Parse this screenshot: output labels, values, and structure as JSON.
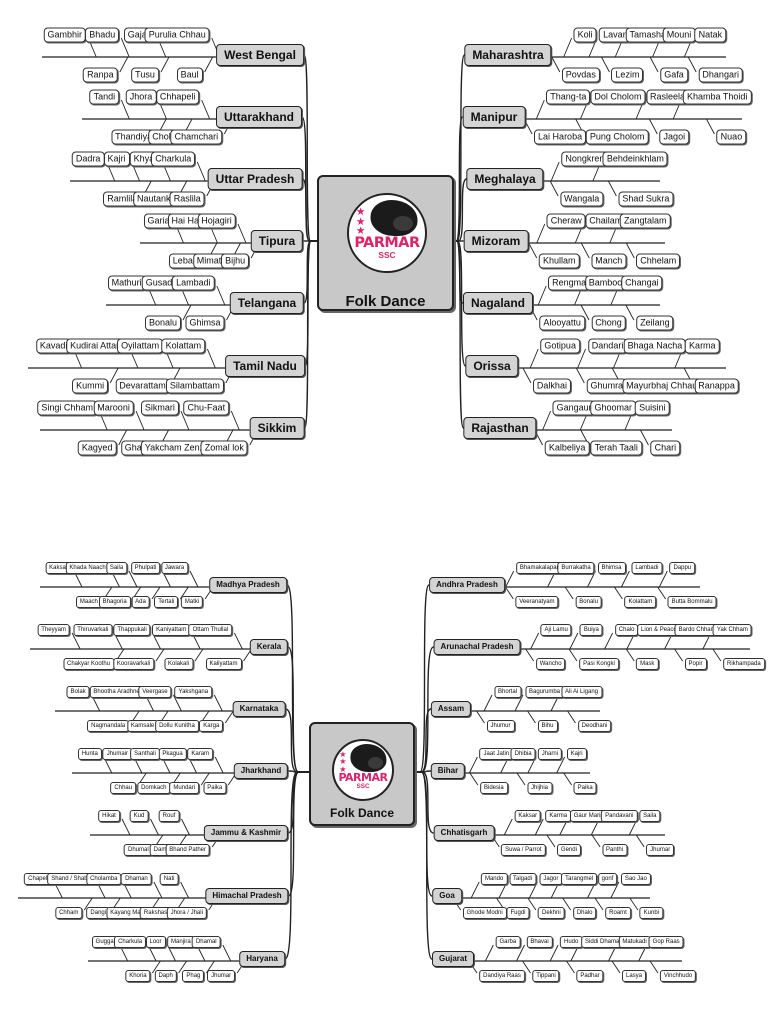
{
  "panels": [
    {
      "id": "top",
      "center": {
        "title": "Folk Dance",
        "logo_text": "PARMAR",
        "logo_sub": "SSC"
      },
      "left": [
        {
          "state": "West Bengal",
          "top": [
            "Gambhir",
            "Bhadu",
            "Gajan",
            "Purulia Chhau"
          ],
          "bottom": [
            "Ranpa",
            "Tusu",
            "Baul"
          ]
        },
        {
          "state": "Uttarakhand",
          "top": [
            "Tandi",
            "Jhora",
            "Chhapeli"
          ],
          "bottom": [
            "Thandiya",
            "Cholia",
            "Chamchari"
          ]
        },
        {
          "state": "Uttar Pradesh",
          "top": [
            "Dadra",
            "Kajri",
            "Khyal",
            "Charkula"
          ],
          "bottom": [
            "Ramlila",
            "Nautanki",
            "Raslila"
          ]
        },
        {
          "state": "Tipura",
          "top": [
            "Garia",
            "Hai Hak",
            "Hojagiri"
          ],
          "bottom": [
            "Lebang",
            "Mimata",
            "Bijhu"
          ]
        },
        {
          "state": "Telangana",
          "top": [
            "Mathuri",
            "Gusadi",
            "Lambadi"
          ],
          "bottom": [
            "Bonalu",
            "Ghimsa"
          ]
        },
        {
          "state": "Tamil Nadu",
          "top": [
            "Kavadi",
            "Kudirai Attam",
            "Oyilattam",
            "Kolattam"
          ],
          "bottom": [
            "Kummi",
            "Devarattam",
            "Silambattam"
          ]
        },
        {
          "state": "Sikkim",
          "top": [
            "Singi Chham",
            "Marooni",
            "Sikmari",
            "Chu-Faat"
          ],
          "bottom": [
            "Kagyed",
            "Ghantu",
            "Yakcham Zenzong",
            "Zomal lok"
          ]
        }
      ],
      "right": [
        {
          "state": "Maharashtra",
          "top": [
            "Koli",
            "Lavani",
            "Tamasha",
            "Mouni",
            "Natak"
          ],
          "bottom": [
            "Povdas",
            "Lezim",
            "Gafa",
            "Dhangari"
          ]
        },
        {
          "state": "Manipur",
          "top": [
            "Thang-ta",
            "Dol Cholom",
            "Rasleela",
            "Khamba Thoidi"
          ],
          "bottom": [
            "Lai Haroba",
            "Pung Cholom",
            "Jagoi",
            "Nuao"
          ]
        },
        {
          "state": "Meghalaya",
          "top": [
            "Nongkrem",
            "Behdeinkhlam"
          ],
          "bottom": [
            "Wangala",
            "Shad Sukra"
          ]
        },
        {
          "state": "Mizoram",
          "top": [
            "Cheraw",
            "Chailam",
            "Zangtalam"
          ],
          "bottom": [
            "Khullam",
            "Manch",
            "Chhelam"
          ]
        },
        {
          "state": "Nagaland",
          "top": [
            "Rengma",
            "Bamboo",
            "Changai"
          ],
          "bottom": [
            "Alooyattu",
            "Chong",
            "Zeilang"
          ]
        },
        {
          "state": "Orissa",
          "top": [
            "Gotipua",
            "Dandari",
            "Bhaga Nacha",
            "Karma"
          ],
          "bottom": [
            "Dalkhai",
            "Ghumra",
            "Mayurbhaj Chhau",
            "Ranappa"
          ]
        },
        {
          "state": "Rajasthan",
          "top": [
            "Gangaur",
            "Ghoomar",
            "Suisini"
          ],
          "bottom": [
            "Kalbeliya",
            "Terah Taali",
            "Chari"
          ]
        }
      ]
    },
    {
      "id": "bottom",
      "center": {
        "title": "Folk Dance",
        "logo_text": "PARMAR",
        "logo_sub": "SSC"
      },
      "left": [
        {
          "state": "Madhya Pradesh",
          "top": [
            "Kaksar",
            "Khada Naach",
            "Saila",
            "Phulpati",
            "Jawara"
          ],
          "bottom": [
            "Maach",
            "Bhagoria",
            "Ada",
            "Tertali",
            "Matki"
          ]
        },
        {
          "state": "Kerala",
          "top": [
            "Theyyam",
            "Thiruvarkali",
            "Thappukali",
            "Kaniyattam",
            "Ottam Thullal"
          ],
          "bottom": [
            "Chakyar Koothu",
            "Kooravarkali",
            "Kolakali",
            "Kaliyattam"
          ]
        },
        {
          "state": "Karnataka",
          "top": [
            "Bolak",
            "Bhootha Aradhne",
            "Veergase",
            "Yakshgana"
          ],
          "bottom": [
            "Nagmandala",
            "Kamsale",
            "Dollu Kunitha",
            "Karga"
          ]
        },
        {
          "state": "Jharkhand",
          "top": [
            "Hunta",
            "Jhumair",
            "Santhali",
            "Pkagua",
            "Karam"
          ],
          "bottom": [
            "Chhau",
            "Domkach",
            "Mundari",
            "Paika"
          ]
        },
        {
          "state": "Jammu & Kashmir",
          "top": [
            "Hikat",
            "Kud",
            "Rouf"
          ],
          "bottom": [
            "Dhumal",
            "Damali",
            "Bhand Pather"
          ]
        },
        {
          "state": "Himachal Pradesh",
          "top": [
            "Chapeli",
            "Shand / Shabu",
            "Cholamba",
            "Dhaman",
            "Nati"
          ],
          "bottom": [
            "Chham",
            "Dangi",
            "Kayang Mala",
            "Rakshasa",
            "Jhora / Jhali"
          ]
        },
        {
          "state": "Haryana",
          "top": [
            "Gugga",
            "Charkula",
            "Loor",
            "Manjira",
            "Dhamal"
          ],
          "bottom": [
            "Khoria",
            "Daph",
            "Phag",
            "Jhumar"
          ]
        }
      ],
      "right": [
        {
          "state": "Andhra Pradesh",
          "top": [
            "Bhamakalapam",
            "Burrakatha",
            "Bhimsa",
            "Lambadi",
            "Dappu"
          ],
          "bottom": [
            "Veeranatyam",
            "Bonalu",
            "Kolattam",
            "Butta Bommalu"
          ]
        },
        {
          "state": "Arunachal Pradesh",
          "top": [
            "Aji Lamu",
            "Buiya",
            "Chalo",
            "Lion & Peacock",
            "Bardo Chham",
            "Yak Chham"
          ],
          "bottom": [
            "Wancho",
            "Pasi Kongki",
            "Mask",
            "Popir",
            "Rikhampada"
          ]
        },
        {
          "state": "Assam",
          "top": [
            "Bhortal",
            "Bagurumba",
            "Ali Ai Ligang"
          ],
          "bottom": [
            "Jhumur",
            "Bihu",
            "Deodhani"
          ]
        },
        {
          "state": "Bihar",
          "top": [
            "Jaat Jatin",
            "Dhibia",
            "Jharni",
            "Kajri"
          ],
          "bottom": [
            "Bidesia",
            "Jhijhia",
            "Paika"
          ]
        },
        {
          "state": "Chhatisgarh",
          "top": [
            "Kaksar",
            "Karma",
            "Gaur Maria",
            "Pandavani",
            "Saila"
          ],
          "bottom": [
            "Suwa / Parrot",
            "Gendi",
            "Panthi",
            "Jhumar"
          ]
        },
        {
          "state": "Goa",
          "top": [
            "Mando",
            "Talgadi",
            "Jagor",
            "Tarangmel",
            "gonf",
            "Sao Jao"
          ],
          "bottom": [
            "Ghode Modni",
            "Fugdi",
            "Dekhni",
            "Dhalo",
            "Roamt",
            "Kunbi"
          ]
        },
        {
          "state": "Gujarat",
          "top": [
            "Garba",
            "Bhavai",
            "Hudo",
            "Siddi Dhamal",
            "Matukadi",
            "Gop Raas"
          ],
          "bottom": [
            "Dandiya Raas",
            "Tippani",
            "Padhar",
            "Lasya",
            "Vinchhudo"
          ]
        }
      ]
    }
  ]
}
